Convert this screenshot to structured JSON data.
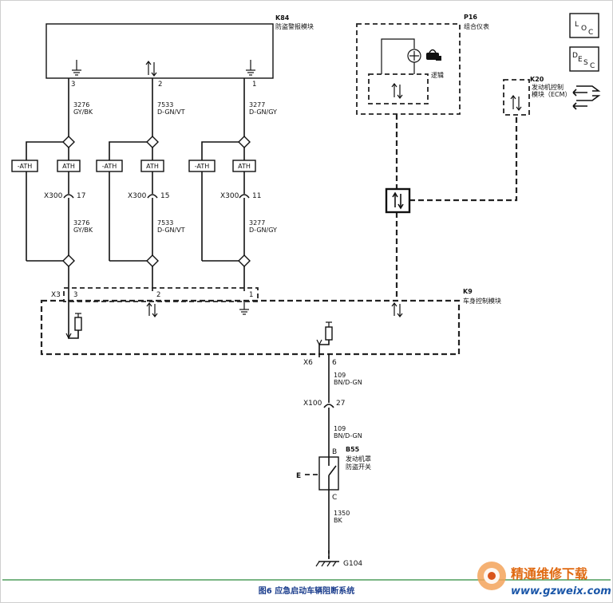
{
  "modules": {
    "k84": {
      "ref": "K84",
      "name": "防盗警报模块"
    },
    "p16": {
      "ref": "P16",
      "name": "组合仪表",
      "inner_label": "逻辑"
    },
    "k20": {
      "ref": "K20",
      "name_line1": "发动机控制",
      "name_line2": "模块（ECM）"
    },
    "k9": {
      "ref": "K9",
      "name": "车身控制模块"
    }
  },
  "legend_boxes": {
    "loc": {
      "a": "L",
      "b": "O",
      "c": "C"
    },
    "desc": {
      "a": "D",
      "b": "E",
      "c": "S",
      "d": "C"
    }
  },
  "k84_pins": [
    "3",
    "2",
    "1"
  ],
  "k9_pins": [
    "3",
    "2",
    "1"
  ],
  "wires_upper": [
    {
      "circuit": "3276",
      "color": "GY/BK"
    },
    {
      "circuit": "7533",
      "color": "D-GN/VT"
    },
    {
      "circuit": "3277",
      "color": "D-GN/GY"
    }
  ],
  "wires_lower": [
    {
      "circuit": "3276",
      "color": "GY/BK"
    },
    {
      "circuit": "7533",
      "color": "D-GN/VT"
    },
    {
      "circuit": "3277",
      "color": "D-GN/GY"
    }
  ],
  "ath_labels": {
    "neg": "-ATH",
    "pos": "ATH"
  },
  "x300": {
    "ref": "X300",
    "pins": [
      "17",
      "15",
      "11"
    ]
  },
  "x3_ref": "X3",
  "x6": {
    "ref": "X6",
    "pin": "6"
  },
  "wire_109a": {
    "circuit": "109",
    "color": "BN/D-GN"
  },
  "x100": {
    "ref": "X100",
    "pin": "27"
  },
  "wire_109b": {
    "circuit": "109",
    "color": "BN/D-GN"
  },
  "b55": {
    "ref": "B55",
    "pin_top": "B",
    "pin_bottom": "C",
    "name_line1": "发动机罩",
    "name_line2": "防盗开关",
    "e_mark": "E"
  },
  "wire_1350": {
    "circuit": "1350",
    "color": "BK"
  },
  "ground": {
    "ref": "G104"
  },
  "caption": "图6 应急启动车辆阻断系统",
  "watermark": {
    "cn": "精通维修下载",
    "url": "www.gzweix.com"
  }
}
